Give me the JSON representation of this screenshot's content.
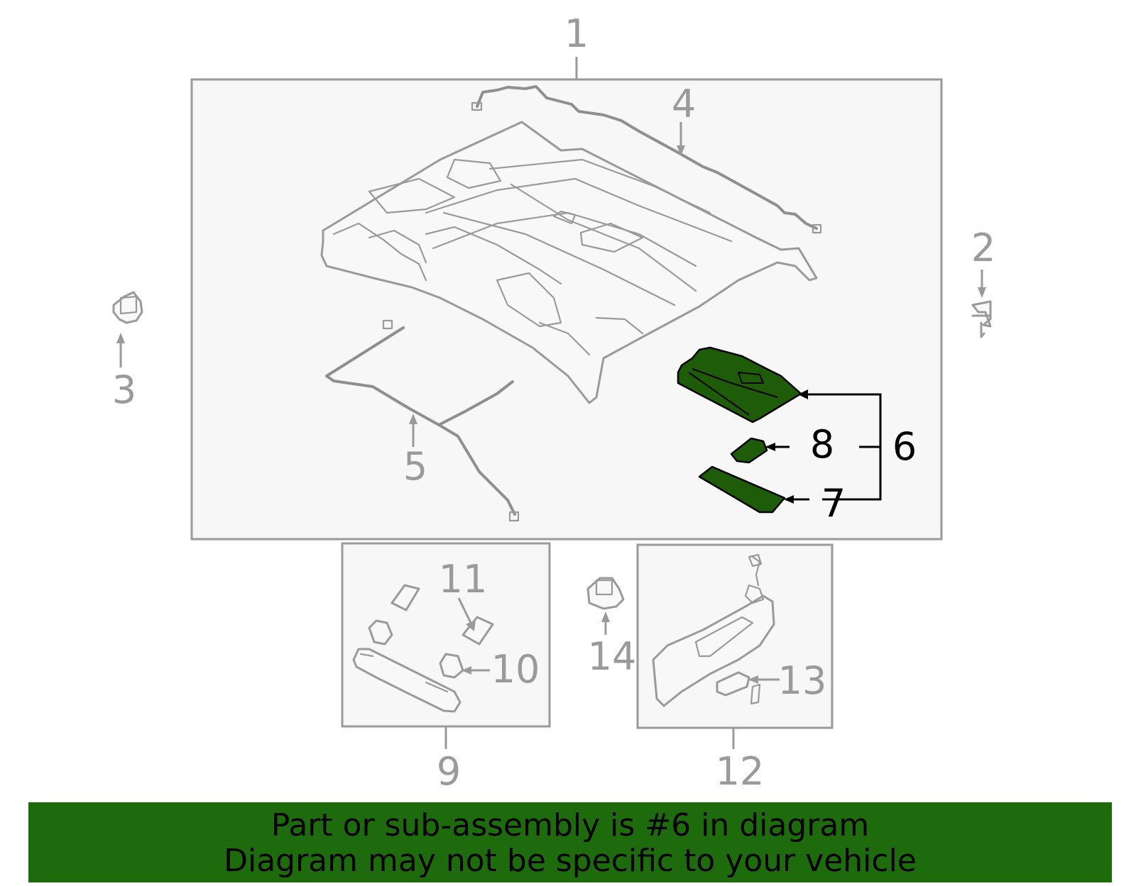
{
  "callouts": {
    "c1": "1",
    "c2": "2",
    "c3": "3",
    "c4": "4",
    "c5": "5",
    "c6": "6",
    "c7": "7",
    "c8": "8",
    "c9": "9",
    "c10": "10",
    "c11": "11",
    "c12": "12",
    "c13": "13",
    "c14": "14"
  },
  "highlight": {
    "part_number": "6",
    "sub_parts": [
      "7",
      "8"
    ],
    "color": "#1e5c0a"
  },
  "colors": {
    "banner": "#1e6b0e",
    "line_gray": "#9a9a9a",
    "box_fill": "#f7f7f7"
  },
  "banner": {
    "line1": "Part or sub-assembly is #6 in diagram",
    "line2": "Diagram may not be specific to your vehicle"
  }
}
